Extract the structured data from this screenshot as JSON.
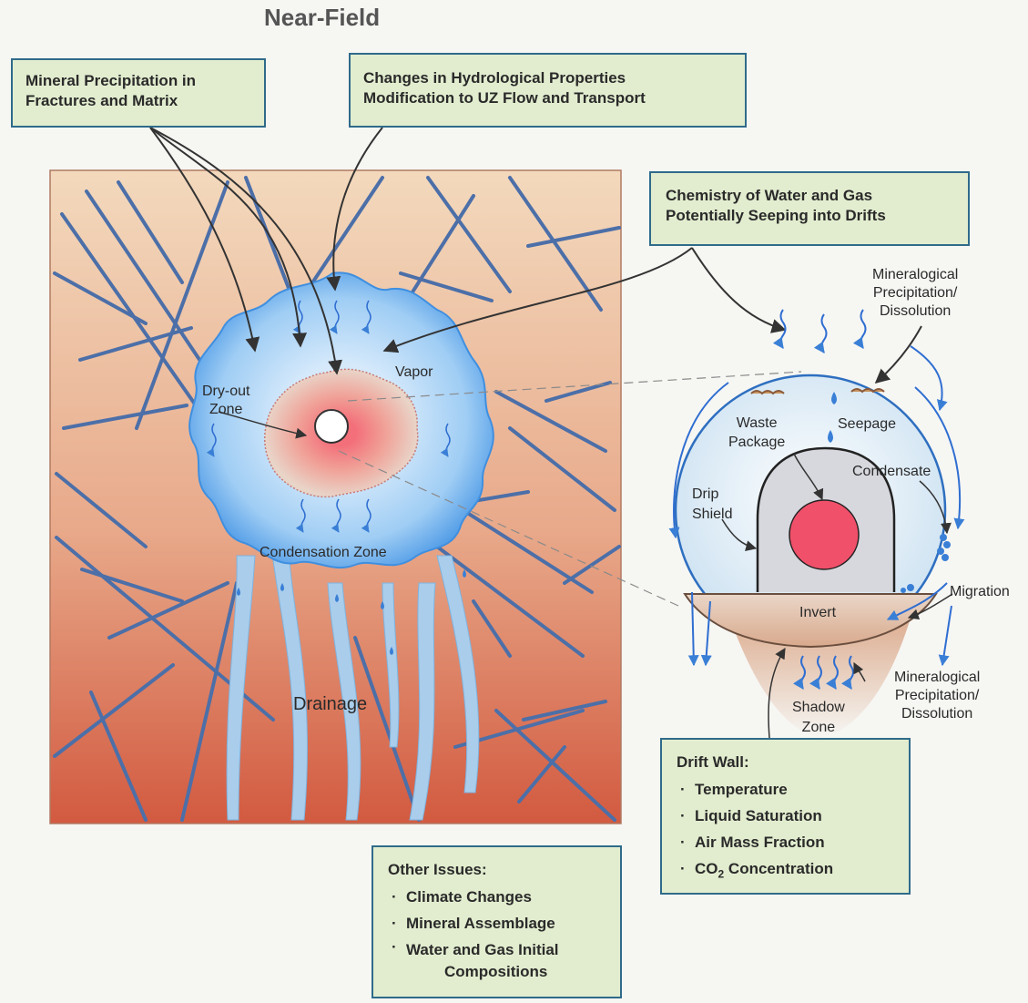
{
  "title": "Near-Field",
  "boxes": {
    "mineral_precipitation": [
      "Mineral Precipitation in",
      "Fractures and Matrix"
    ],
    "hydrological": [
      "Changes in Hydrological Properties",
      "Modification to UZ Flow and Transport"
    ],
    "chemistry": [
      "Chemistry of Water and Gas",
      "Potentially Seeping into Drifts"
    ],
    "drift_wall": {
      "heading": "Drift Wall:",
      "items": [
        "Temperature",
        "Liquid Saturation",
        "Air Mass Fraction",
        "CO",
        "Concentration"
      ],
      "co2_sub": "2"
    },
    "other_issues": {
      "heading": "Other Issues:",
      "items": [
        "Climate Changes",
        "Mineral Assemblage",
        "Water and Gas Initial",
        "Compositions"
      ]
    }
  },
  "labels": {
    "dry_out_zone": [
      "Dry-out",
      "Zone"
    ],
    "vapor": "Vapor",
    "condensation_zone": "Condensation Zone",
    "drainage": "Drainage",
    "mineralogical_top": [
      "Mineralogical",
      "Precipitation/",
      "Dissolution"
    ],
    "waste_package": [
      "Waste",
      "Package"
    ],
    "seepage": "Seepage",
    "condensate": "Condensate",
    "drip_shield": [
      "Drip",
      "Shield"
    ],
    "invert": "Invert",
    "migration": "Migration",
    "mineralogical_bottom": [
      "Mineralogical",
      "Precipitation/",
      "Dissolution"
    ],
    "shadow_zone": [
      "Shadow",
      "Zone"
    ]
  },
  "bullet": "·",
  "colors": {
    "box_fill": "#e2edcf",
    "box_border": "#2f6b8a",
    "fracture": "#4c6fa8",
    "water_blue": "#5b9ee8",
    "hot_core": "#f0506a",
    "arrow": "#333333"
  }
}
